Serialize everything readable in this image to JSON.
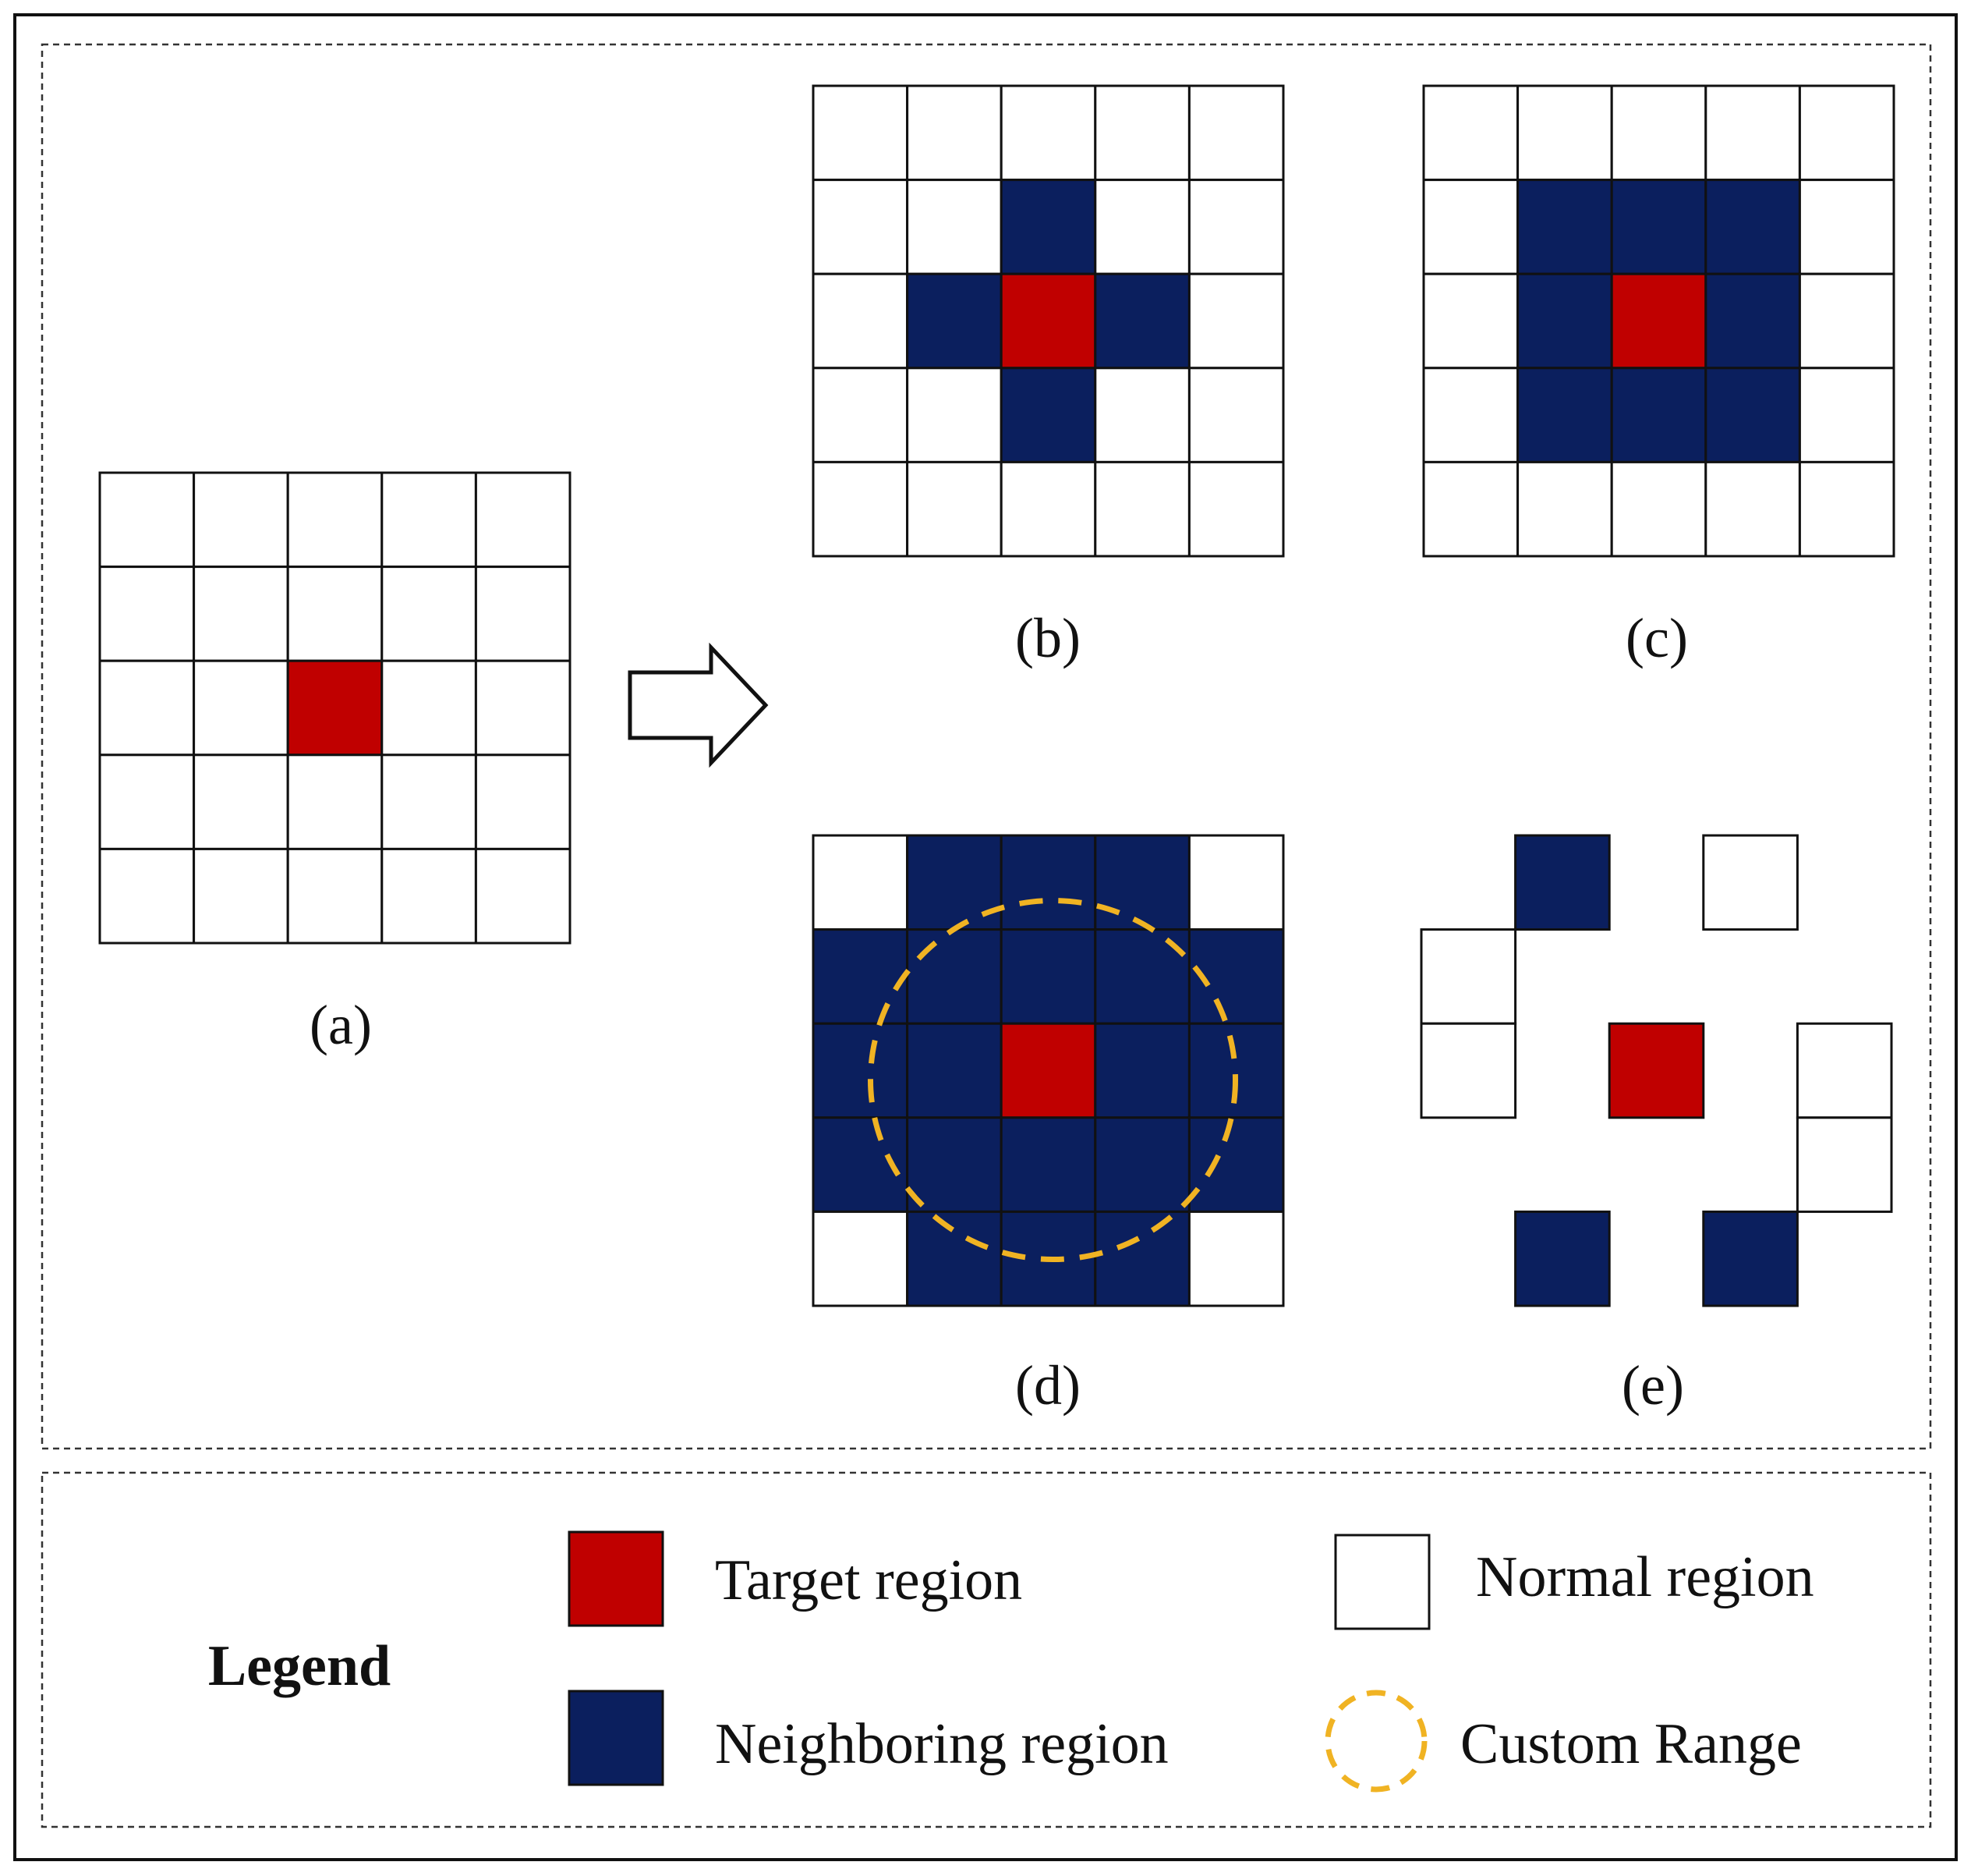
{
  "colors": {
    "target": "#c00000",
    "neighbor": "#0b1f5e",
    "normal": "#ffffff",
    "grid_line": "#111111",
    "custom_range": "#f0b323",
    "frame": "#111111"
  },
  "panels": [
    {
      "id": "a",
      "caption": "(a)",
      "cells": [
        "NNNNN",
        "NNNNN",
        "NNTNN",
        "NNNNN",
        "NNNNN"
      ],
      "custom_range": false
    },
    {
      "id": "b",
      "caption": "(b)",
      "cells": [
        "NNNNN",
        "NNBNN",
        "NBTBN",
        "NNBNN",
        "NNNNN"
      ],
      "custom_range": false
    },
    {
      "id": "c",
      "caption": "(c)",
      "cells": [
        "NNNNN",
        "NBBBN",
        "NBTBN",
        "NBBBN",
        "NNNNN"
      ],
      "custom_range": false
    },
    {
      "id": "d",
      "caption": "(d)",
      "cells": [
        "NBBBN",
        "BBBBB",
        "BBTBB",
        "BBBBB",
        "NBBBN"
      ],
      "custom_range": true
    },
    {
      "id": "e",
      "caption": "(e)",
      "cells": [
        ".B.N.",
        "N....",
        "N.T.N",
        "....N",
        ".B.B."
      ],
      "custom_range": false
    }
  ],
  "legend": {
    "title": "Legend",
    "items": [
      {
        "key": "target",
        "label": "Target region"
      },
      {
        "key": "normal",
        "label": "Normal region"
      },
      {
        "key": "neighbor",
        "label": "Neighboring region"
      },
      {
        "key": "custom_range",
        "label": "Custom Range"
      }
    ]
  }
}
